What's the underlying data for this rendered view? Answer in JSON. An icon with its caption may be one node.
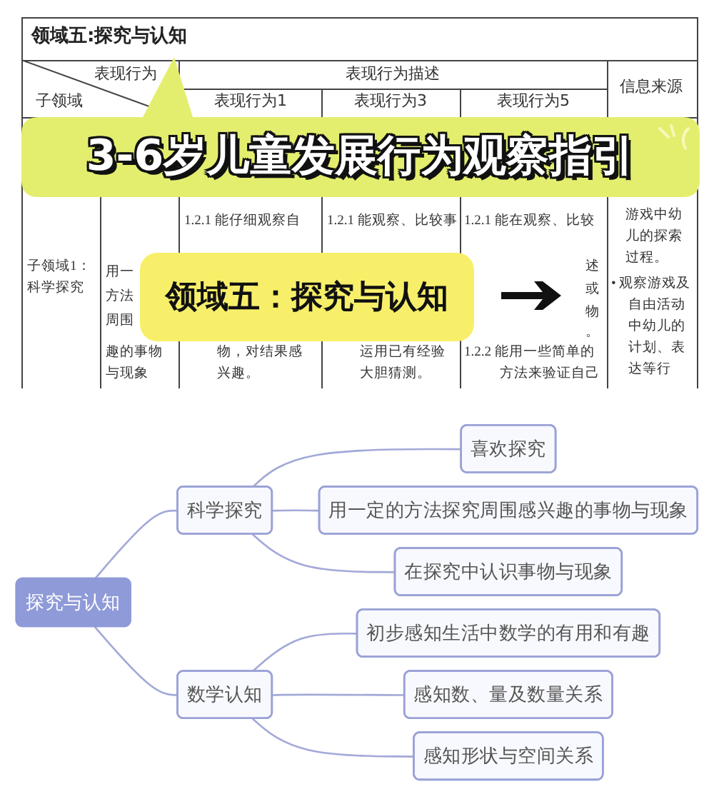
{
  "diagram": {
    "title": "3-6岁儿童发展行为观察指引",
    "nodes": [
      {
        "text": [
          "探究与认知"
        ]
      },
      {
        "text": [
          "科学探究"
        ]
      },
      {
        "text": [
          "喜欢探究"
        ]
      },
      {
        "text": [
          "用一定的方法探究周围感兴趣的事物与现象"
        ]
      },
      {
        "text": [
          "在探究中认识事物与现象"
        ]
      },
      {
        "text": [
          "数学认知"
        ]
      },
      {
        "text": [
          "初步感知生活中数学的有用和有趣"
        ]
      },
      {
        "text": [
          "感知数、量及数量关系"
        ]
      },
      {
        "text": [
          "感知形状与空间关系"
        ]
      }
    ],
    "edges": [
      {
        "from": 0,
        "to": 1,
        "arrow": "none"
      },
      {
        "from": 1,
        "to": 2,
        "arrow": "none"
      },
      {
        "from": 1,
        "to": 3,
        "arrow": "none"
      },
      {
        "from": 1,
        "to": 4,
        "arrow": "none"
      },
      {
        "from": 0,
        "to": 5,
        "arrow": "none"
      },
      {
        "from": 5,
        "to": 6,
        "arrow": "none"
      },
      {
        "from": 5,
        "to": 7,
        "arrow": "none"
      },
      {
        "from": 5,
        "to": 8,
        "arrow": "none"
      }
    ],
    "labels": [
      "领域五:探究与认知",
      "表现行为",
      "子领域",
      "表现行为描述",
      "信息来源",
      "表现行为1",
      "表现行为3",
      "表现行为5",
      "子领域1：科学探究",
      "用一",
      "方法",
      "周围",
      "趣的事物与现象",
      "1.2.1 能仔细观察自",
      "物，对结果感兴趣。",
      "1.2.1 能观察、比较事",
      "运用已有经验大胆猜测。",
      "1.2.1 能在观察、比较",
      "述",
      "或",
      "物",
      "。",
      "1.2.2 能用一些简单的方法来验证自己",
      "游戏中幼儿的探索过程。",
      "• 观察游戏及自由活动中幼儿的计划、表达等行",
      "领域五：探究与认知"
    ]
  }
}
